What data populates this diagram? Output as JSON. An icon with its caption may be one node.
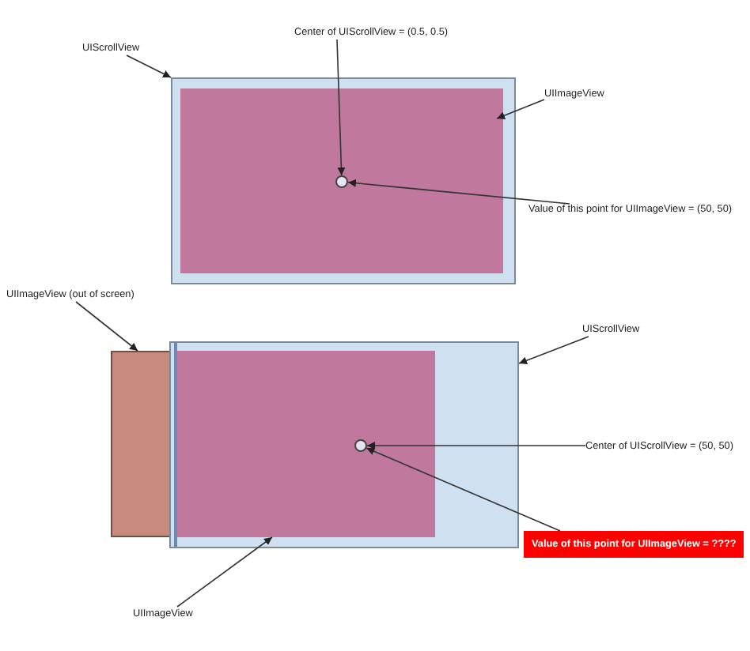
{
  "diagram": {
    "nodes": [
      {
        "text": [
          "UIScrollView"
        ]
      },
      {
        "text": [],
        "shape": "box"
      },
      {
        "text": [],
        "shape": "box",
        "in": 1
      },
      {
        "text": [],
        "shape": "circle",
        "in": 2
      },
      {
        "text": [
          "Center of UIScrollView = (0.5, 0.5)"
        ]
      },
      {
        "text": [
          "UIImageView"
        ]
      },
      {
        "text": [
          "Value of this point for UIImageView = (50, 50)"
        ]
      },
      {
        "text": [
          "UIImageView (out of screen)"
        ]
      },
      {
        "text": [],
        "shape": "box"
      },
      {
        "text": [],
        "shape": "box"
      },
      {
        "text": [],
        "shape": "box",
        "in": 9
      },
      {
        "text": [],
        "shape": "circle",
        "in": 10
      },
      {
        "text": [
          "UIScrollView"
        ]
      },
      {
        "text": [
          "Center of UIScrollView = (50, 50)"
        ]
      },
      {
        "text": [
          "Value of this point for UIImageView = ????"
        ]
      },
      {
        "text": [
          "UIImageView"
        ]
      }
    ],
    "edges": [
      {
        "from": 0,
        "to": 1,
        "arrow": "to"
      },
      {
        "from": 4,
        "to": 3,
        "arrow": "to"
      },
      {
        "from": 5,
        "to": 2,
        "arrow": "to"
      },
      {
        "from": 6,
        "to": 3,
        "arrow": "to"
      },
      {
        "from": 7,
        "to": 8,
        "arrow": "to"
      },
      {
        "from": 12,
        "to": 9,
        "arrow": "to"
      },
      {
        "from": 13,
        "to": 11,
        "arrow": "to"
      },
      {
        "from": 14,
        "to": 11,
        "arrow": "to"
      },
      {
        "from": 15,
        "to": 10,
        "arrow": "to"
      }
    ]
  }
}
